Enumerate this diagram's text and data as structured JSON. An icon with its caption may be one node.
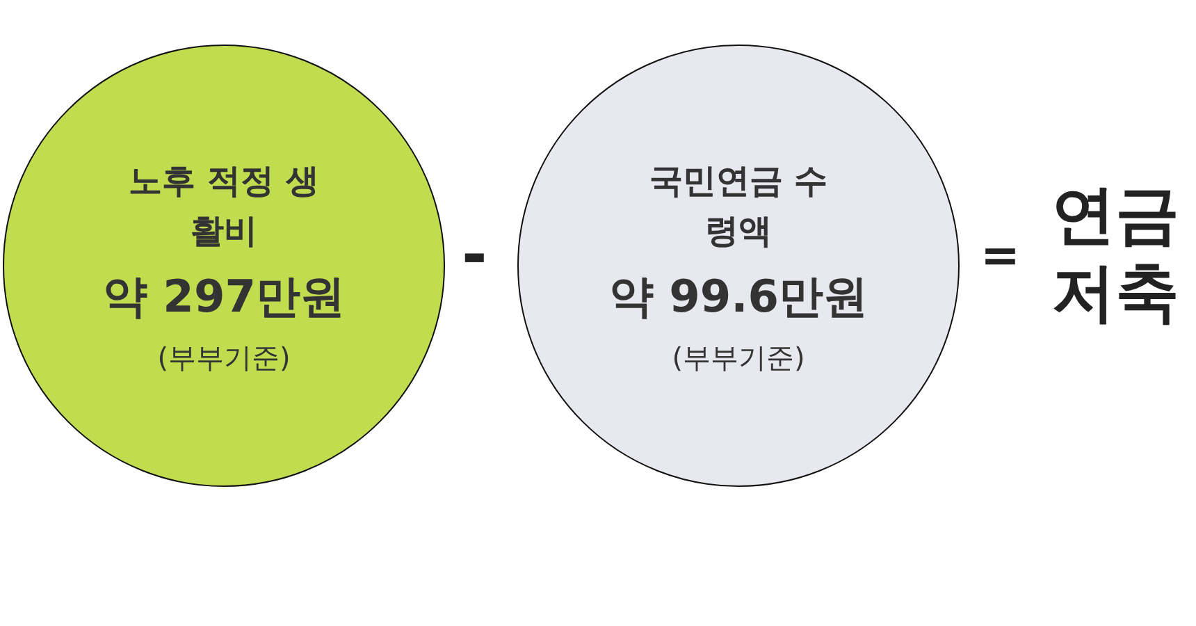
{
  "diagram": {
    "nodes": [
      {
        "text": [
          "노후 적정 생활비",
          "약 297만원",
          "(부부기준)"
        ]
      },
      {
        "text": [
          "국민연금 수령액",
          "약 99.6만원",
          "(부부기준)"
        ]
      }
    ],
    "labels": [
      "-",
      "=",
      "연금 저축"
    ]
  }
}
